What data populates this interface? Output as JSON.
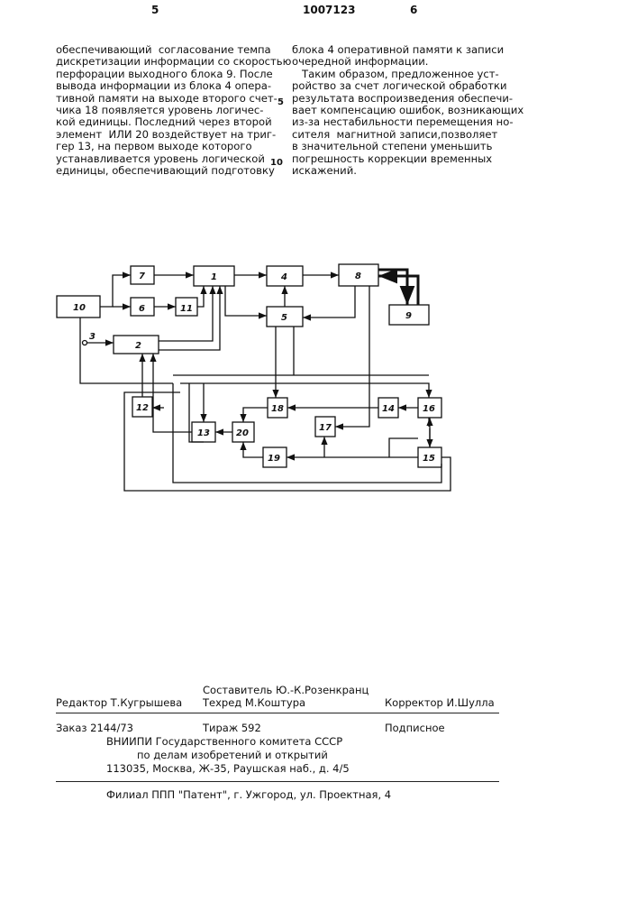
{
  "header": {
    "page_left": "5",
    "patent_number": "1007123",
    "page_right": "6"
  },
  "text": {
    "left_column": [
      "обеспечивающий  согласование темпа",
      "дискретизации информации со скоростью",
      "перфорации выходного блока 9. После",
      "вывода информации из блока 4 опера-",
      "тивной памяти на выходе второго счет-",
      "чика 18 появляется уровень логичес-",
      "кой единицы. Последний через второй",
      "элемент  ИЛИ 20 воздействует на триг-",
      "гер 13, на первом выходе которого",
      "устанавливается уровень логической",
      "единицы, обеспечивающий подготовку"
    ],
    "right_column": [
      "блока 4 оперативной памяти к записи",
      "очередной информации.",
      "   Таким образом, предложенное уст-",
      "ройство за счет логической обработки",
      "результата воспроизведения обеспечи-",
      "вает компенсацию ошибок, возникающих",
      "из-за нестабильности перемещения но-",
      "сителя  магнитной записи,позволяет",
      "в значительной степени уменьшить",
      "погрешность коррекции временных",
      "искажений."
    ],
    "line_number_5": "5",
    "line_number_10": "10"
  },
  "diagram": {
    "blocks": [
      "1",
      "2",
      "4",
      "5",
      "6",
      "7",
      "8",
      "9",
      "10",
      "11",
      "12",
      "13",
      "14",
      "15",
      "16",
      "17",
      "18",
      "19",
      "20"
    ],
    "input_label": "3"
  },
  "imprint": {
    "compiler": "Составитель Ю.-К.Розенкранц",
    "editor": "Редактор Т.Кугрышева",
    "techred": "Техред М.Коштура",
    "corrector": "Корректор И.Шулла",
    "order": "Заказ 2144/73",
    "circulation": "Тираж 592",
    "subscription": "Подписное",
    "institute_1": "ВНИИПИ Государственного комитета СССР",
    "institute_2": "по делам изобретений и открытий",
    "address": "113035, Москва, Ж-35, Раушская наб., д. 4/5",
    "branch": "Филиал ППП \"Патент\", г. Ужгород, ул. Проектная, 4"
  }
}
